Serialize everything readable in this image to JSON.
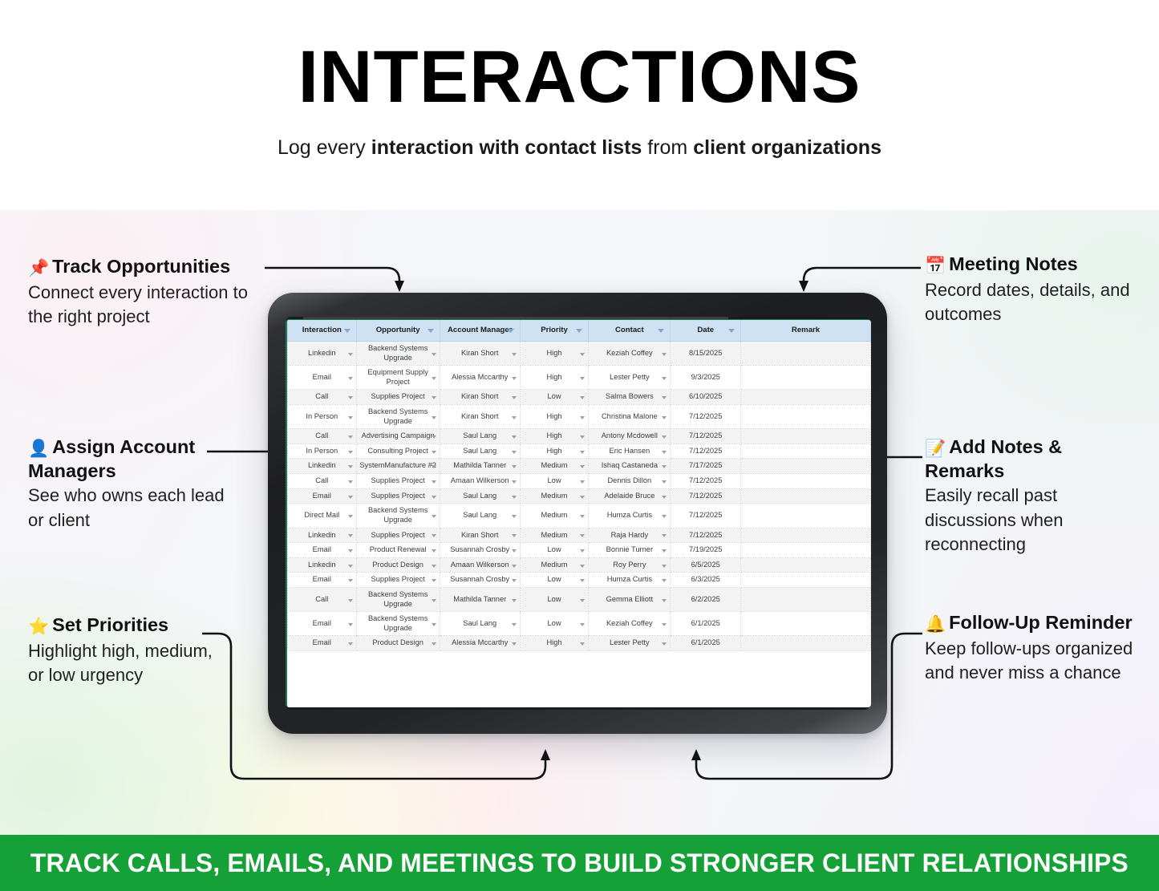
{
  "header": {
    "title": "INTERACTIONS",
    "subtitle_parts": [
      {
        "text": "Log every ",
        "bold": false
      },
      {
        "text": "interaction with contact lists",
        "bold": true
      },
      {
        "text": " from ",
        "bold": false
      },
      {
        "text": "client organizations",
        "bold": true
      }
    ],
    "subtitle_plain": "Log every interaction with contact lists from client organizations"
  },
  "banner": {
    "text": "TRACK CALLS, EMAILS, AND MEETINGS TO BUILD STRONGER CLIENT RELATIONSHIPS",
    "background_color": "#16a038",
    "text_color": "#ffffff"
  },
  "annotations": {
    "track_opportunities": {
      "emoji": "📌",
      "icon_name": "pushpin-icon",
      "title": "Track Opportunities",
      "body": "Connect every interaction to the right project"
    },
    "assign_managers": {
      "emoji": "👤",
      "icon_name": "person-icon",
      "title": "Assign Account Managers",
      "body": "See who owns each lead or client"
    },
    "set_priorities": {
      "emoji": "⭐",
      "icon_name": "star-icon",
      "title": "Set Priorities",
      "body": "Highlight high, medium, or low urgency"
    },
    "meeting_notes": {
      "emoji": "📅",
      "icon_name": "calendar-icon",
      "title": "Meeting Notes",
      "body": "Record dates, details, and outcomes"
    },
    "add_notes": {
      "emoji": "📝",
      "icon_name": "memo-icon",
      "title": "Add Notes & Remarks",
      "body": "Easily recall past discussions when reconnecting"
    },
    "follow_up": {
      "emoji": "🔔",
      "icon_name": "bell-icon",
      "title": "Follow-Up Reminder",
      "body": "Keep follow-ups organized and never miss a chance"
    }
  },
  "spreadsheet": {
    "header_background": "#cfe2f3",
    "columns": [
      {
        "label": "Interaction",
        "filter": true
      },
      {
        "label": "Opportunity",
        "filter": true
      },
      {
        "label": "Account Manager",
        "filter": true
      },
      {
        "label": "Priority",
        "filter": true
      },
      {
        "label": "Contact",
        "filter": true
      },
      {
        "label": "Date",
        "filter": true
      },
      {
        "label": "Remark",
        "filter": false
      }
    ],
    "rows": [
      {
        "interaction": "Linkedin",
        "opportunity": "Backend Systems Upgrade",
        "manager": "Kiran Short",
        "priority": "High",
        "contact": "Keziah Coffey",
        "date": "8/15/2025",
        "remark": ""
      },
      {
        "interaction": "Email",
        "opportunity": "Equipment Supply Project",
        "manager": "Alessia Mccarthy",
        "priority": "High",
        "contact": "Lester Petty",
        "date": "9/3/2025",
        "remark": ""
      },
      {
        "interaction": "Call",
        "opportunity": "Supplies Project",
        "manager": "Kiran Short",
        "priority": "Low",
        "contact": "Salma Bowers",
        "date": "6/10/2025",
        "remark": ""
      },
      {
        "interaction": "In Person",
        "opportunity": "Backend Systems Upgrade",
        "manager": "Kiran Short",
        "priority": "High",
        "contact": "Christina Malone",
        "date": "7/12/2025",
        "remark": ""
      },
      {
        "interaction": "Call",
        "opportunity": "Advertising Campaign",
        "manager": "Saul Lang",
        "priority": "High",
        "contact": "Antony Mcdowell",
        "date": "7/12/2025",
        "remark": ""
      },
      {
        "interaction": "In Person",
        "opportunity": "Consulting Project",
        "manager": "Saul Lang",
        "priority": "High",
        "contact": "Eric Hansen",
        "date": "7/12/2025",
        "remark": ""
      },
      {
        "interaction": "Linkedin",
        "opportunity": "SystemManufacture #2",
        "manager": "Mathilda Tanner",
        "priority": "Medium",
        "contact": "Ishaq Castaneda",
        "date": "7/17/2025",
        "remark": ""
      },
      {
        "interaction": "Call",
        "opportunity": "Supplies Project",
        "manager": "Amaan Wilkerson",
        "priority": "Low",
        "contact": "Dennis Dillon",
        "date": "7/12/2025",
        "remark": ""
      },
      {
        "interaction": "Email",
        "opportunity": "Supplies Project",
        "manager": "Saul Lang",
        "priority": "Medium",
        "contact": "Adelaide Bruce",
        "date": "7/12/2025",
        "remark": ""
      },
      {
        "interaction": "Direct Mail",
        "opportunity": "Backend Systems Upgrade",
        "manager": "Saul Lang",
        "priority": "Medium",
        "contact": "Humza Curtis",
        "date": "7/12/2025",
        "remark": ""
      },
      {
        "interaction": "Linkedin",
        "opportunity": "Supplies Project",
        "manager": "Kiran Short",
        "priority": "Medium",
        "contact": "Raja Hardy",
        "date": "7/12/2025",
        "remark": ""
      },
      {
        "interaction": "Email",
        "opportunity": "Product Renewal",
        "manager": "Susannah Crosby",
        "priority": "Low",
        "contact": "Bonnie Turner",
        "date": "7/19/2025",
        "remark": ""
      },
      {
        "interaction": "Linkedin",
        "opportunity": "Product Design",
        "manager": "Amaan Wilkerson",
        "priority": "Medium",
        "contact": "Roy Perry",
        "date": "6/5/2025",
        "remark": ""
      },
      {
        "interaction": "Email",
        "opportunity": "Supplies Project",
        "manager": "Susannah Crosby",
        "priority": "Low",
        "contact": "Humza Curtis",
        "date": "6/3/2025",
        "remark": ""
      },
      {
        "interaction": "Call",
        "opportunity": "Backend Systems Upgrade",
        "manager": "Mathilda Tanner",
        "priority": "Low",
        "contact": "Gemma Elliott",
        "date": "6/2/2025",
        "remark": ""
      },
      {
        "interaction": "Email",
        "opportunity": "Backend Systems Upgrade",
        "manager": "Saul Lang",
        "priority": "Low",
        "contact": "Keziah Coffey",
        "date": "6/1/2025",
        "remark": ""
      },
      {
        "interaction": "Email",
        "opportunity": "Product Design",
        "manager": "Alessia Mccarthy",
        "priority": "High",
        "contact": "Lester Petty",
        "date": "6/1/2025",
        "remark": ""
      }
    ]
  }
}
